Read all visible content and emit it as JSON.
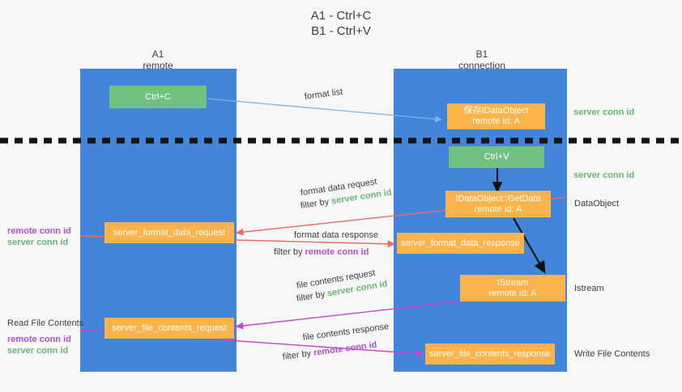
{
  "title": {
    "line1": "A1 - Ctrl+C",
    "line2": "B1 - Ctrl+V"
  },
  "columns": [
    {
      "id": "a1",
      "name": "A1",
      "role": "remote"
    },
    {
      "id": "b1",
      "name": "B1",
      "role": "connection"
    }
  ],
  "boxes": {
    "ctrl_c": {
      "label": "Ctrl+C",
      "color": "#73c181"
    },
    "save_idataobject": {
      "line1": "保存IDataObject",
      "line2": "remote id: A",
      "color": "#fcb34b"
    },
    "ctrl_v": {
      "label": "Ctrl+V",
      "color": "#73c181"
    },
    "getdata": {
      "line1": "IDataObject::GetData",
      "line2": "remote id: A",
      "color": "#fcb34b"
    },
    "server_format_data_request": {
      "label": "server_format_data_request",
      "color": "#fcb34b"
    },
    "server_format_data_response": {
      "label": "server_format_data_response",
      "color": "#fcb34b"
    },
    "istream": {
      "line1": "IStream",
      "line2": "remote id: A",
      "color": "#fcb34b"
    },
    "server_file_contents_request": {
      "label": "server_file_contents_request",
      "color": "#fcb34b"
    },
    "server_file_contents_response": {
      "label": "server_file_contents_response",
      "color": "#fcb34b"
    }
  },
  "edge_labels": {
    "format_list": "format list",
    "format_data_request": "format data request",
    "format_data_request_filter_prefix": "filter by ",
    "format_data_request_filter_value": "server conn id",
    "format_data_response": "format data response",
    "format_data_response_filter_prefix": "filter by ",
    "format_data_response_filter_value": "remote conn id",
    "file_contents_request": "file contents request",
    "file_contents_request_filter_prefix": "filter by ",
    "file_contents_request_filter_value": "server conn id",
    "file_contents_response": "file contents response",
    "file_contents_response_filter_prefix": "filter by ",
    "file_contents_response_filter_value": "remote conn id"
  },
  "side_labels": {
    "right_server_conn_id_top": "server conn id",
    "right_server_conn_id_mid": "server conn id",
    "right_dataobject": "DataObject",
    "right_istream": "Istream",
    "right_write_file_contents": "Write File Contents",
    "left_remote_conn_id_mid": "remote conn id",
    "left_server_conn_id_mid": "server conn id",
    "left_read_file_contents": "Read File Contents",
    "left_remote_conn_id_bottom": "remote conn id",
    "left_server_conn_id_bottom": "server conn id"
  },
  "colors": {
    "lane": "#4285da",
    "green_box": "#73c181",
    "orange_box": "#fcb34b",
    "green_text": "#63b96f",
    "purple_text": "#b14fd8",
    "red_arrow": "#ea6a64",
    "magenta_arrow": "#c544d4",
    "blue_arrow": "#7fb3e8",
    "black_arrow": "#111111",
    "divider": "#141414",
    "background": "#f7f7f7"
  }
}
